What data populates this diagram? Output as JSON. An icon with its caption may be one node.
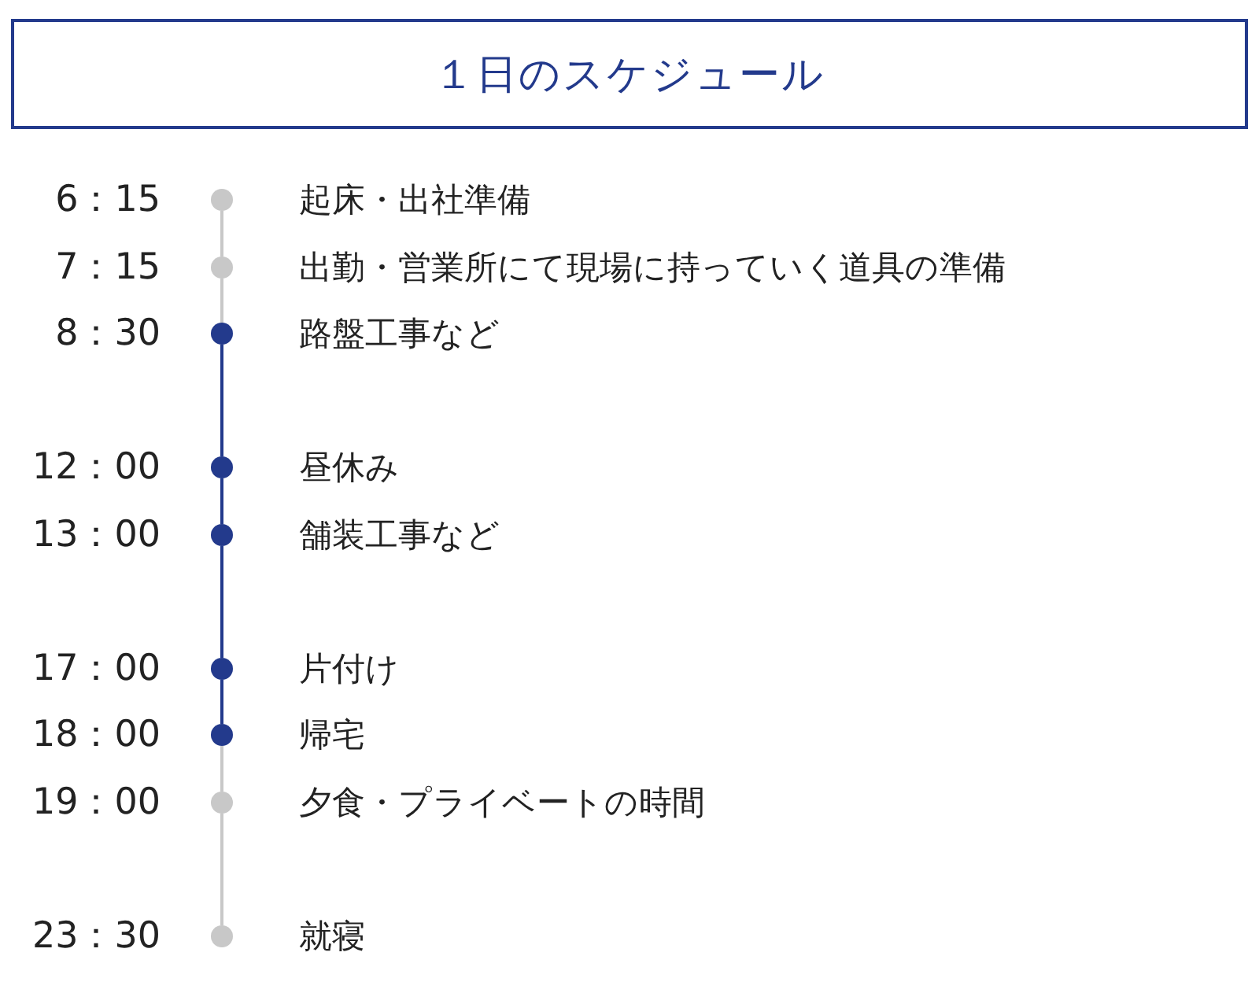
{
  "diagram": {
    "nodes": [
      {
        "text": [
          "１日のスケジュール"
        ]
      },
      {
        "text": [],
        "shape": "circle",
        "beside": [
          "6：15",
          "起床・出社準備"
        ]
      },
      {
        "text": [],
        "shape": "circle",
        "beside": [
          "7：15",
          "出勤・営業所にて現場に持っていく道具の準備"
        ]
      },
      {
        "text": [],
        "shape": "circle",
        "beside": [
          "8：30",
          "路盤工事など"
        ]
      },
      {
        "text": [],
        "shape": "circle",
        "beside": [
          "12：00",
          "昼休み"
        ]
      },
      {
        "text": [],
        "shape": "circle",
        "beside": [
          "13：00",
          "舗装工事など"
        ]
      },
      {
        "text": [],
        "shape": "circle",
        "beside": [
          "17：00",
          "片付け"
        ]
      },
      {
        "text": [],
        "shape": "circle",
        "beside": [
          "18：00",
          "帰宅"
        ]
      },
      {
        "text": [],
        "shape": "circle",
        "beside": [
          "19：00",
          "夕食・プライベートの時間"
        ]
      },
      {
        "text": [],
        "shape": "circle",
        "beside": [
          "23：30",
          "就寝"
        ]
      }
    ],
    "edges": [
      {
        "from": 1,
        "to": 2,
        "arrow": "none"
      },
      {
        "from": 2,
        "to": 3,
        "arrow": "none"
      },
      {
        "from": 3,
        "to": 4,
        "arrow": "none",
        "color": "#233a8c"
      },
      {
        "from": 4,
        "to": 5,
        "arrow": "none",
        "color": "#233a8c"
      },
      {
        "from": 5,
        "to": 6,
        "arrow": "none",
        "color": "#233a8c"
      },
      {
        "from": 6,
        "to": 7,
        "arrow": "none",
        "color": "#233a8c"
      },
      {
        "from": 7,
        "to": 8,
        "arrow": "none"
      },
      {
        "from": 8,
        "to": 9,
        "arrow": "none"
      }
    ]
  }
}
